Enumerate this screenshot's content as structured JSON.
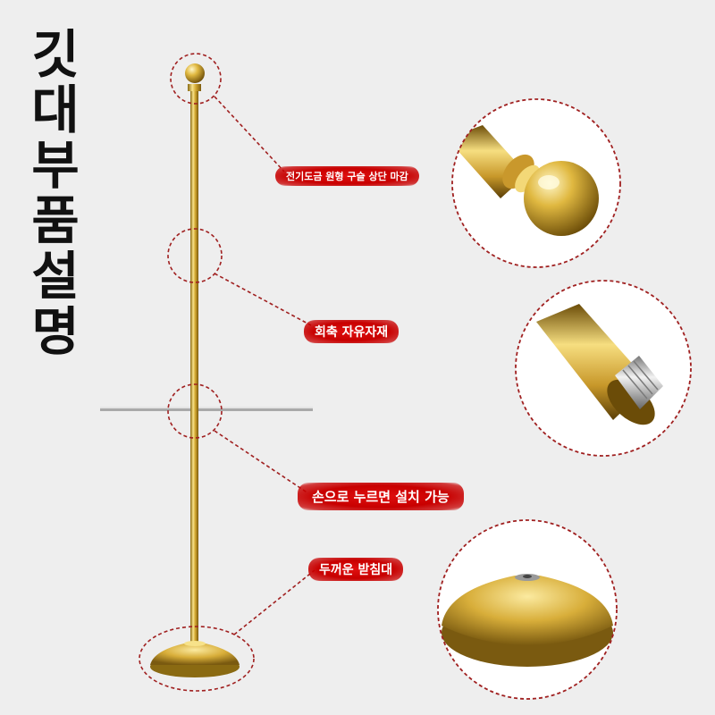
{
  "title": {
    "chars": [
      "깃",
      "대",
      "부",
      "품",
      "설",
      "명"
    ]
  },
  "labels": [
    {
      "text": "전기도금 원형 구슬 상단 마감"
    },
    {
      "text": "회축 자유자재"
    },
    {
      "text": "손으로 누르면 설치 가능"
    },
    {
      "text": "두꺼운 받침대"
    }
  ],
  "colors": {
    "background": "#eeeeee",
    "accent": "#c80000",
    "gold": "#d9b44a",
    "dashed": "#a02020"
  }
}
